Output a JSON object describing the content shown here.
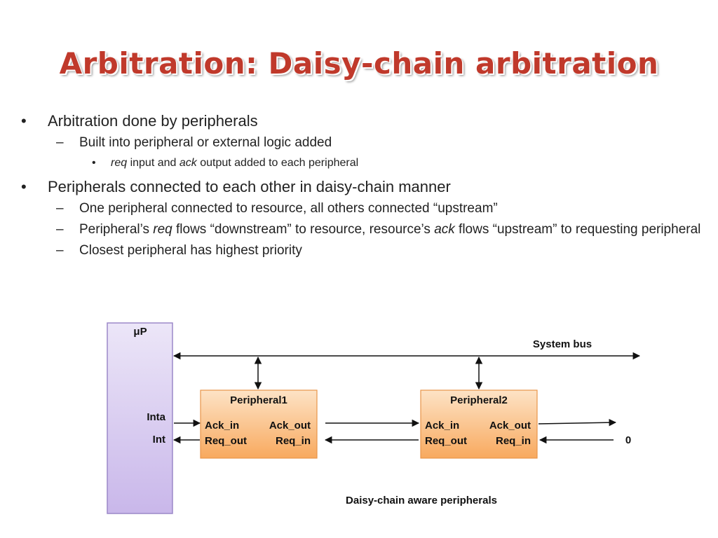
{
  "title": "Arbitration: Daisy-chain arbitration",
  "bullets": {
    "b1": "Arbitration done by peripherals",
    "b1_1": "Built into peripheral or external logic added",
    "b1_1_1": {
      "req": "req",
      "mid": " input and ",
      "ack": "ack",
      "rest": " output added to each peripheral"
    },
    "b2": "Peripherals connected to each other in daisy-chain manner",
    "b2_1": "One peripheral connected to resource, all others connected “upstream”",
    "b2_2": {
      "pre": "Peripheral’s ",
      "req": "req",
      "mid": " flows “downstream” to resource, resource’s ",
      "ack": "ack",
      "rest": " flows “upstream” to requesting peripheral"
    },
    "b2_3": "Closest peripheral has highest priority"
  },
  "diagram": {
    "up_label": "μP",
    "inta": "Inta",
    "int": "Int",
    "system_bus": "System bus",
    "p1": {
      "name": "Peripheral1",
      "ack_in": "Ack_in",
      "ack_out": "Ack_out",
      "req_out": "Req_out",
      "req_in": "Req_in"
    },
    "p2": {
      "name": "Peripheral2",
      "ack_in": "Ack_in",
      "ack_out": "Ack_out",
      "req_out": "Req_out",
      "req_in": "Req_in"
    },
    "zero": "0",
    "caption": "Daisy-chain aware peripherals"
  },
  "colors": {
    "title": "#c0392b",
    "up_fill": "#d9cdf0",
    "peripheral_fill": "#fbc08a"
  }
}
